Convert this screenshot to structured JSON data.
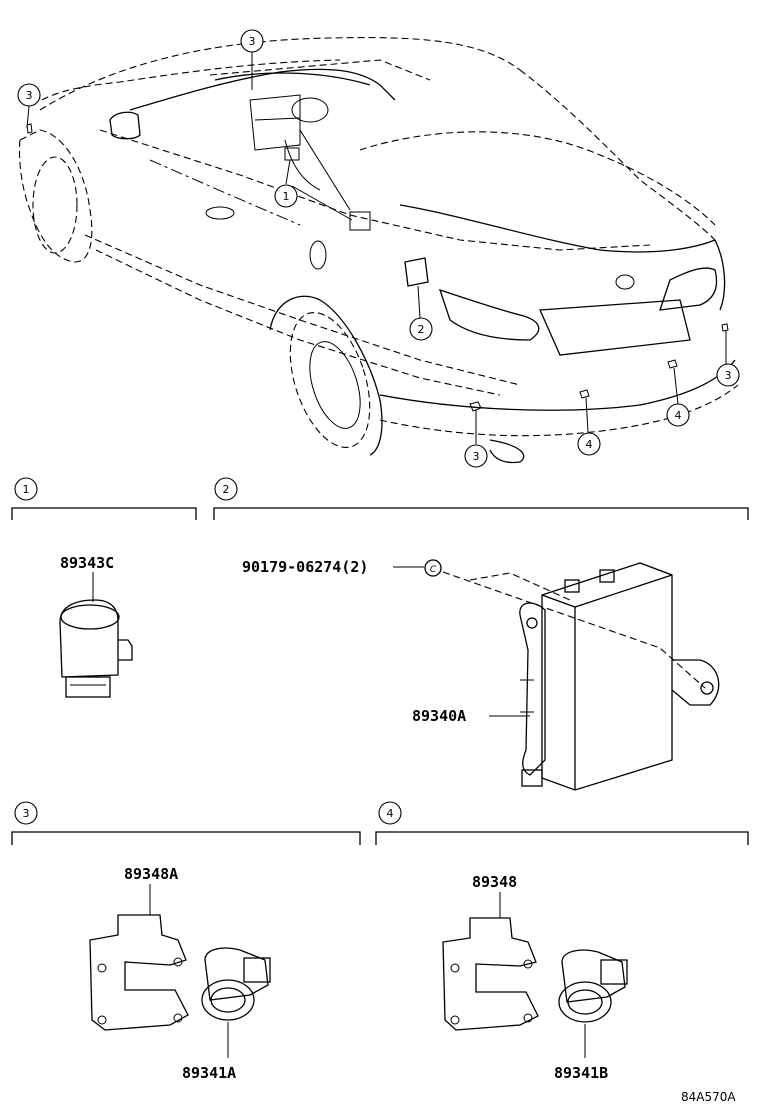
{
  "callout_numbers": [
    "1",
    "2",
    "3",
    "4"
  ],
  "car": {
    "callouts": [
      "3",
      "3",
      "1",
      "2",
      "3",
      "3",
      "4",
      "4"
    ]
  },
  "sections": [
    {
      "number": "1",
      "parts": [
        "89343C"
      ]
    },
    {
      "number": "2",
      "parts": [
        "90179-06274(2)",
        "89340A"
      ]
    },
    {
      "number": "3",
      "parts": [
        "89348A",
        "89341A"
      ]
    },
    {
      "number": "4",
      "parts": [
        "89348",
        "89341B"
      ]
    }
  ],
  "figure_code": "84A570A"
}
